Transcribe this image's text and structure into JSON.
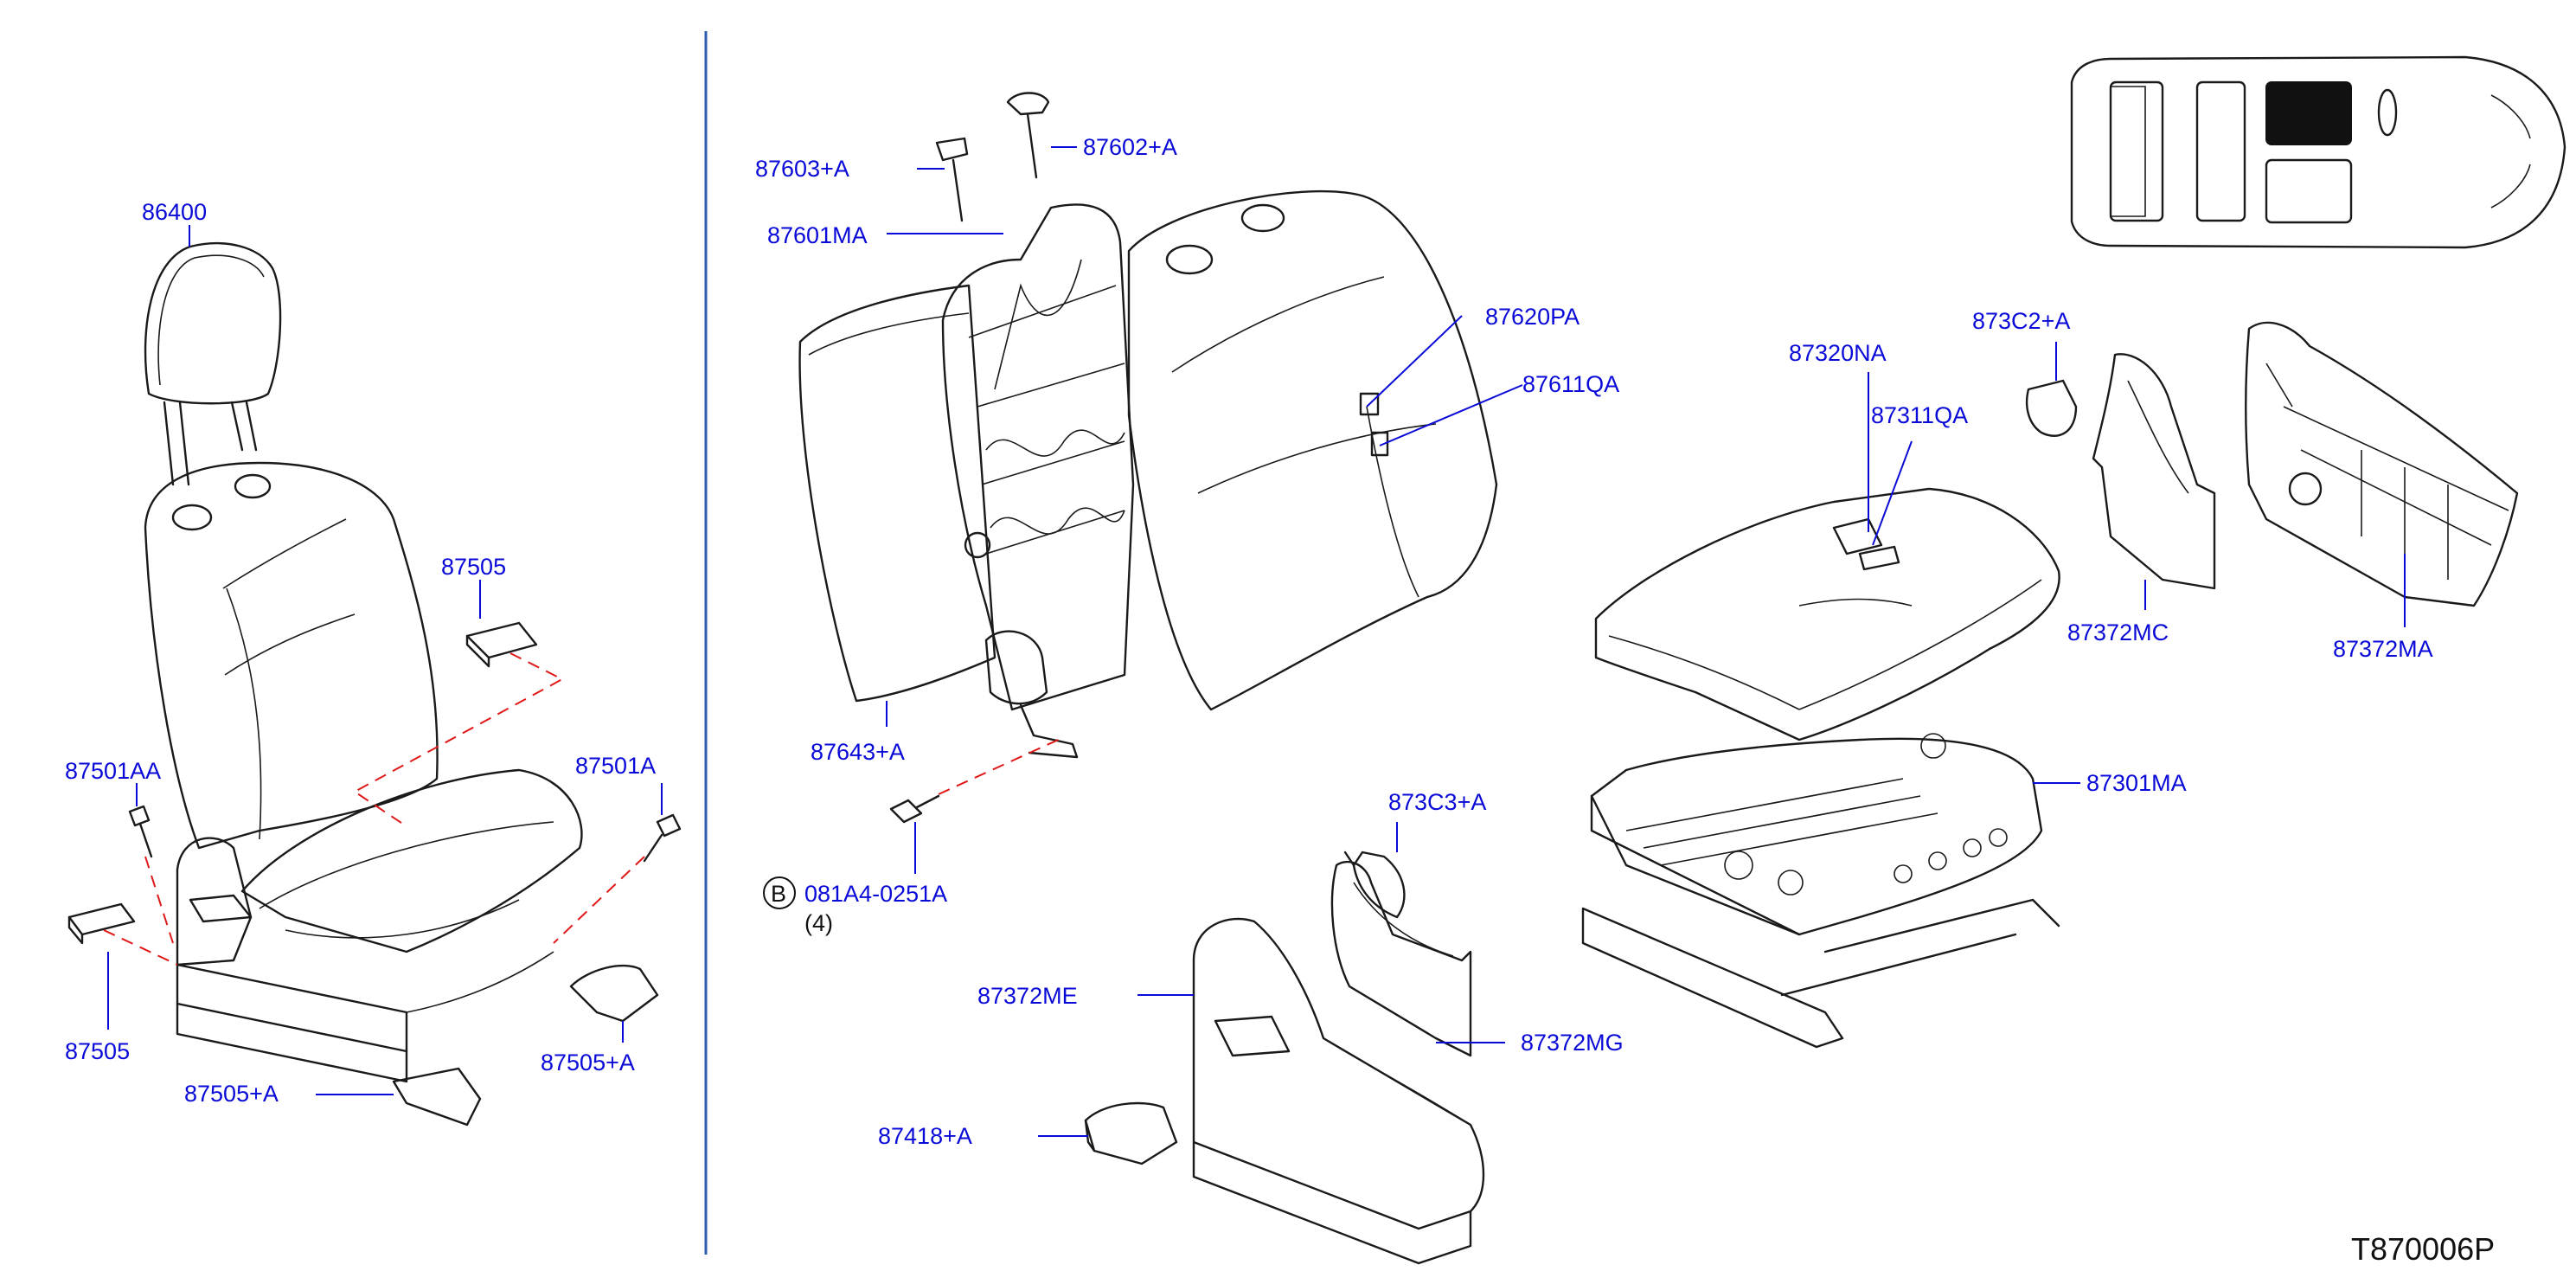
{
  "diagram_code": "T870006P",
  "callouts": {
    "c86400": "86400",
    "c87505_a": "87505",
    "c87501AA": "87501AA",
    "c87501A": "87501A",
    "c87505_b": "87505",
    "c87505A_a": "87505+A",
    "c87505A_b": "87505+A",
    "c87603A": "87603+A",
    "c87602A": "87602+A",
    "c87601MA": "87601MA",
    "c87620PA": "87620PA",
    "c87611QA": "87611QA",
    "c87643A": "87643+A",
    "c081A4": "081A4-0251A",
    "c081A4_qty": "(4)",
    "c081A4_badge": "B",
    "c873C2A": "873C2+A",
    "c87320NA": "87320NA",
    "c87311QA": "87311QA",
    "c87372MC": "87372MC",
    "c87372MA": "87372MA",
    "c87301MA": "87301MA",
    "c873C3A": "873C3+A",
    "c87372ME": "87372ME",
    "c87372MG": "87372MG",
    "c87418A": "87418+A"
  },
  "colors": {
    "label": "#0a0ad8",
    "drawing": "#1a1a1a",
    "dashed_guide": "#e01818",
    "divider": "#2a5db0",
    "locator_highlight": "#111111"
  }
}
